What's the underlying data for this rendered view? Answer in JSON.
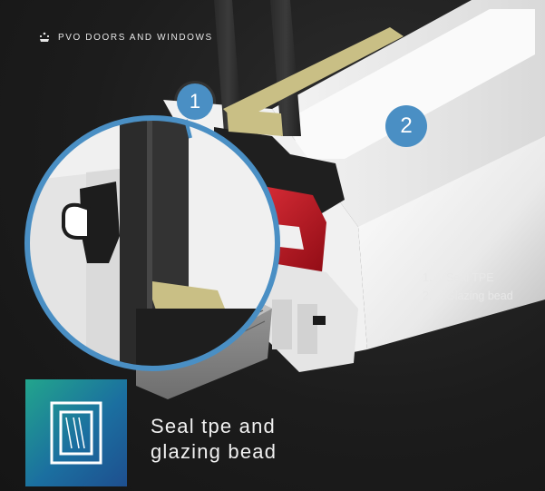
{
  "brand": {
    "name": "PVO DOORS AND WINDOWS",
    "logo_icon": "crown-dots-icon"
  },
  "callouts": [
    {
      "number": "1"
    },
    {
      "number": "2"
    }
  ],
  "legend": [
    {
      "number": "1.",
      "label": "Seal TPE"
    },
    {
      "number": "2.",
      "label": "Glazing bead"
    }
  ],
  "caption": {
    "line1": "Seal tpe and",
    "line2": "glazing bead"
  },
  "feature_icon": "window-frame-icon",
  "colors": {
    "accent_blue": "#4a8fc4",
    "gradient_start": "#22a58c",
    "gradient_end": "#1e4f8f",
    "seal_red": "#c8101e",
    "insert_yellow": "#c9bf85"
  }
}
